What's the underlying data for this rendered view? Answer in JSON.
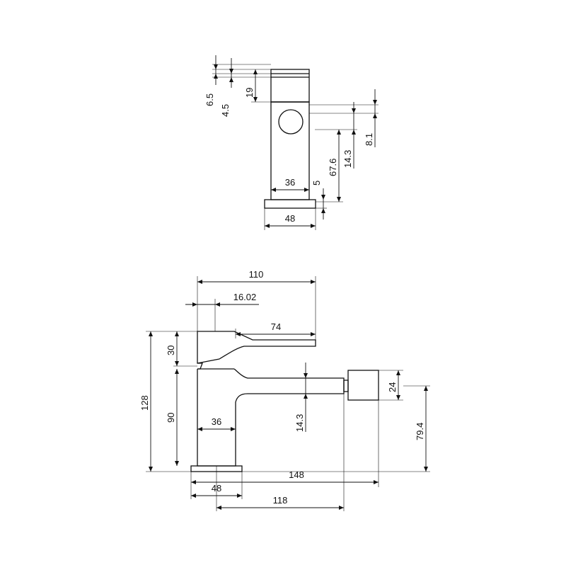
{
  "drawing": {
    "top_view": {
      "dim_6_5": "6.5",
      "dim_4_5": "4.5",
      "dim_19": "19",
      "dim_36": "36",
      "dim_5": "5",
      "dim_67_6": "67.6",
      "dim_14_3": "14.3",
      "dim_8_1": "8.1",
      "dim_48": "48"
    },
    "side_view": {
      "dim_110": "110",
      "dim_16_02": "16.02",
      "dim_74": "74",
      "dim_30": "30",
      "dim_128": "128",
      "dim_90": "90",
      "dim_36": "36",
      "dim_14_3": "14.3",
      "dim_24": "24",
      "dim_79_4": "79.4",
      "dim_148": "148",
      "dim_48": "48",
      "dim_118": "118"
    }
  }
}
